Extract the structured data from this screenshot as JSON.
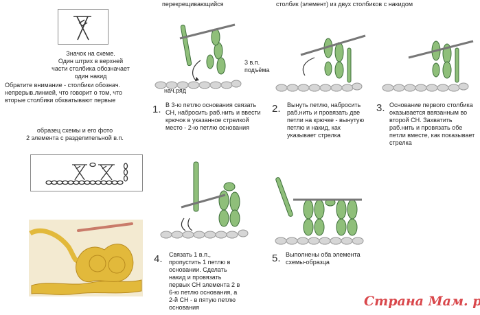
{
  "header": {
    "left": "перекрещивающийся",
    "right": "столбик (элемент) из двух столбиков с накидом"
  },
  "legend": {
    "symbol_note": "Значок на схеме.\nОдин штрих в верхней\nчасти столбика обозначает\nодин накид",
    "attention_note": "Обратите внимание - столбики обознач.\nнепрерыв.линией, что говорит о том, что\nвторые столбики обхватывают первые",
    "sample_caption": "образец схемы и его фото\n2 элемента с разделительной в.п."
  },
  "labels": {
    "chain_base": "нач.ряд",
    "turning_chain": "3 в.п.\nподъёма"
  },
  "steps": [
    {
      "num": "1.",
      "text": "В 3-ю петлю основания связать\nСН, набросить раб.нить и ввести\nкрючок в указанное стрелкой\nместо - 2-ю петлю основания"
    },
    {
      "num": "2.",
      "text": "Вынуть петлю, набросить\nраб.нить и провязать две\nпетли на крючке - вынутую\nпетлю и накид, как\nуказывает стрелка"
    },
    {
      "num": "3.",
      "text": "Основание первого столбика\nоказывается ввязанным во\nвторой СН.  Захватить\nраб.нить и провязать обе\nпетли вместе, как показывает\nстрелка"
    },
    {
      "num": "4.",
      "text": "Связать 1 в.п.,\nпропустить 1 петлю в\nосновании. Сделать\nнакид и провязать\nпервых СН элемента 2 в\n6-ю петлю основания, а\n2-й СН - в пятую петлю\nоснования"
    },
    {
      "num": "5.",
      "text": "Выполнены оба элемента\nсхемы-образца"
    }
  ],
  "watermark": {
    "brand": "Страна Мам",
    "suffix": ". ру"
  },
  "colors": {
    "yarn_green": "#8fbf7a",
    "yarn_dark": "#3d6e3a",
    "base_gray": "#b8b8b8",
    "hook": "#c9a15a",
    "photo_yarn": "#e2b93b",
    "watermark": "#d9474b"
  }
}
